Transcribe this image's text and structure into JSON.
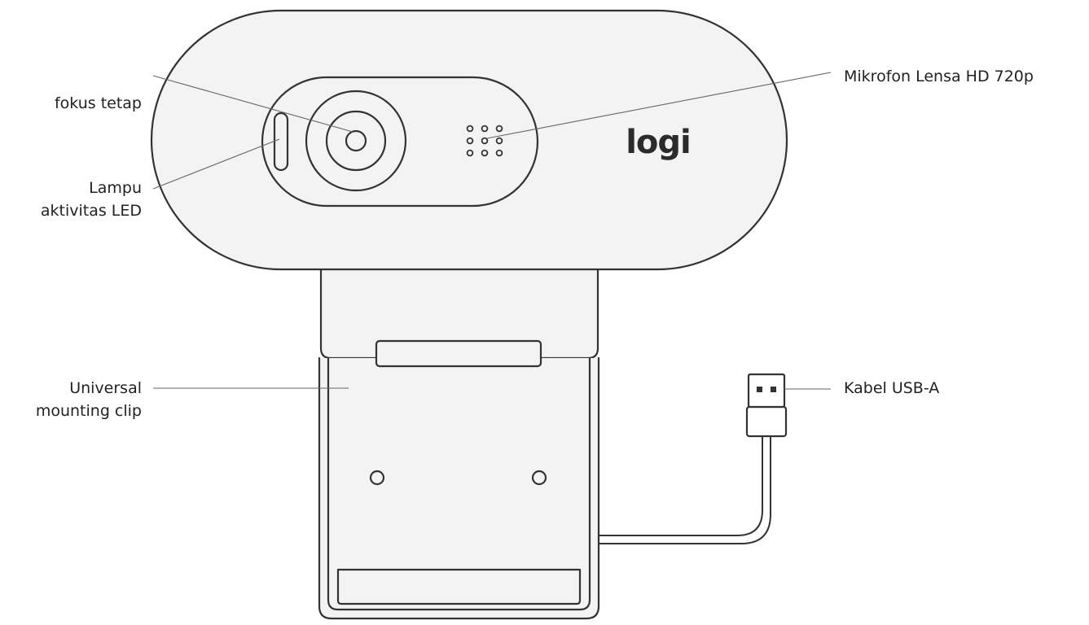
{
  "brand": {
    "logo_text": "logi"
  },
  "callouts": {
    "fixed_focus": {
      "line1": "fokus tetap"
    },
    "led": {
      "line1": "Lampu",
      "line2": "aktivitas LED"
    },
    "mic_lens": {
      "line1": "Mikrofon Lensa HD 720p"
    },
    "clip": {
      "line1": "Universal",
      "line2": "mounting clip"
    },
    "usb": {
      "line1": "Kabel USB-A"
    }
  },
  "colors": {
    "stroke": "#333333",
    "fill": "#f3f3f3",
    "text": "#222222"
  }
}
